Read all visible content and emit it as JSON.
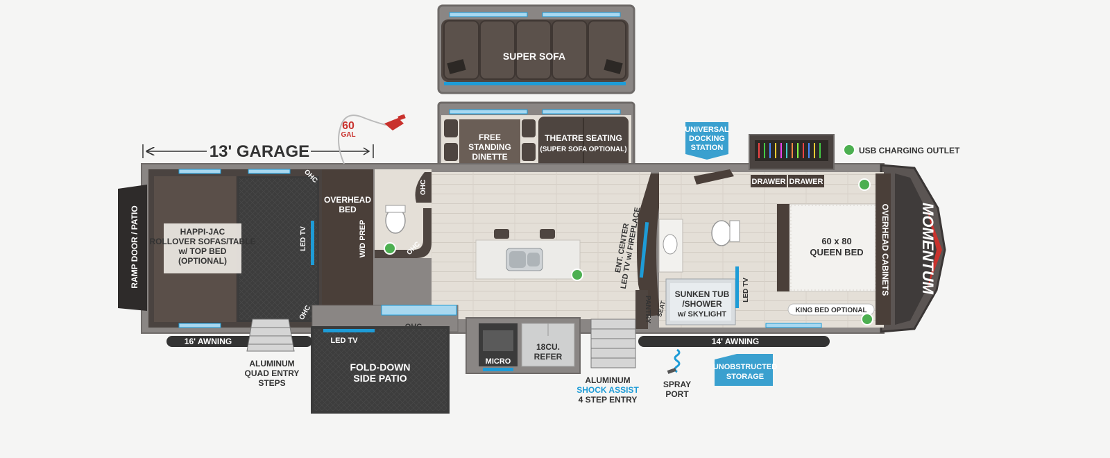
{
  "garage": {
    "title": "13' GARAGE"
  },
  "fuel": {
    "amount": "60",
    "unit": "GAL"
  },
  "slideouts": {
    "super_sofa": "SUPER SOFA",
    "dinette": [
      "FREE",
      "STANDING",
      "DINETTE"
    ],
    "theatre": [
      "THEATRE SEATING",
      "(SUPER SOFA OPTIONAL)"
    ]
  },
  "callouts": {
    "docking": [
      "UNIVERSAL",
      "DOCKING",
      "STATION"
    ],
    "storage": [
      "UNOBSTRUCTED",
      "STORAGE"
    ]
  },
  "legend": {
    "usb": "USB CHARGING OUTLET",
    "usb_color": "#4caf50"
  },
  "rooms": {
    "ramp": "RAMP DOOR / PATIO",
    "sofas": [
      "HAPPI-JAC",
      "ROLLOVER SOFAS/TABLE",
      "w/ TOP BED",
      "(OPTIONAL)"
    ],
    "garage_tv": "LED TV",
    "overhead_bed": [
      "OVERHEAD",
      "BED"
    ],
    "wd_prep": "W/D PREP",
    "ohc": "OHC",
    "ent_center": [
      "ENT. CENTER",
      "LED TV w/ FIREPLACE"
    ],
    "pantry": "PANTRY",
    "seat": "SEAT",
    "tub": [
      "SUNKEN TUB",
      "/SHOWER",
      "w/ SKYLIGHT"
    ],
    "bed_tv": "LED TV",
    "drawer": "DRAWER",
    "queen": [
      "60 x 80",
      "QUEEN BED"
    ],
    "king": "KING BED OPTIONAL",
    "overhead_cabinets": "OVERHEAD CABINETS",
    "micro": "MICRO",
    "refer": [
      "18CU.",
      "REFER"
    ],
    "patio_tv": "LED TV",
    "patio": [
      "FOLD-DOWN",
      "SIDE PATIO"
    ]
  },
  "exterior": {
    "awning_left": "16' AWNING",
    "awning_right": "14' AWNING",
    "quad_steps": [
      "ALUMINUM",
      "QUAD ENTRY",
      "STEPS"
    ],
    "shock": [
      "ALUMINUM",
      "SHOCK ASSIST",
      "4 STEP ENTRY"
    ],
    "spray": [
      "SPRAY",
      "PORT"
    ]
  },
  "colors": {
    "accent": "#1e9cd7",
    "fuel": "#c9322d",
    "floor": "#e3ded6",
    "sofa": "#4e4540"
  }
}
